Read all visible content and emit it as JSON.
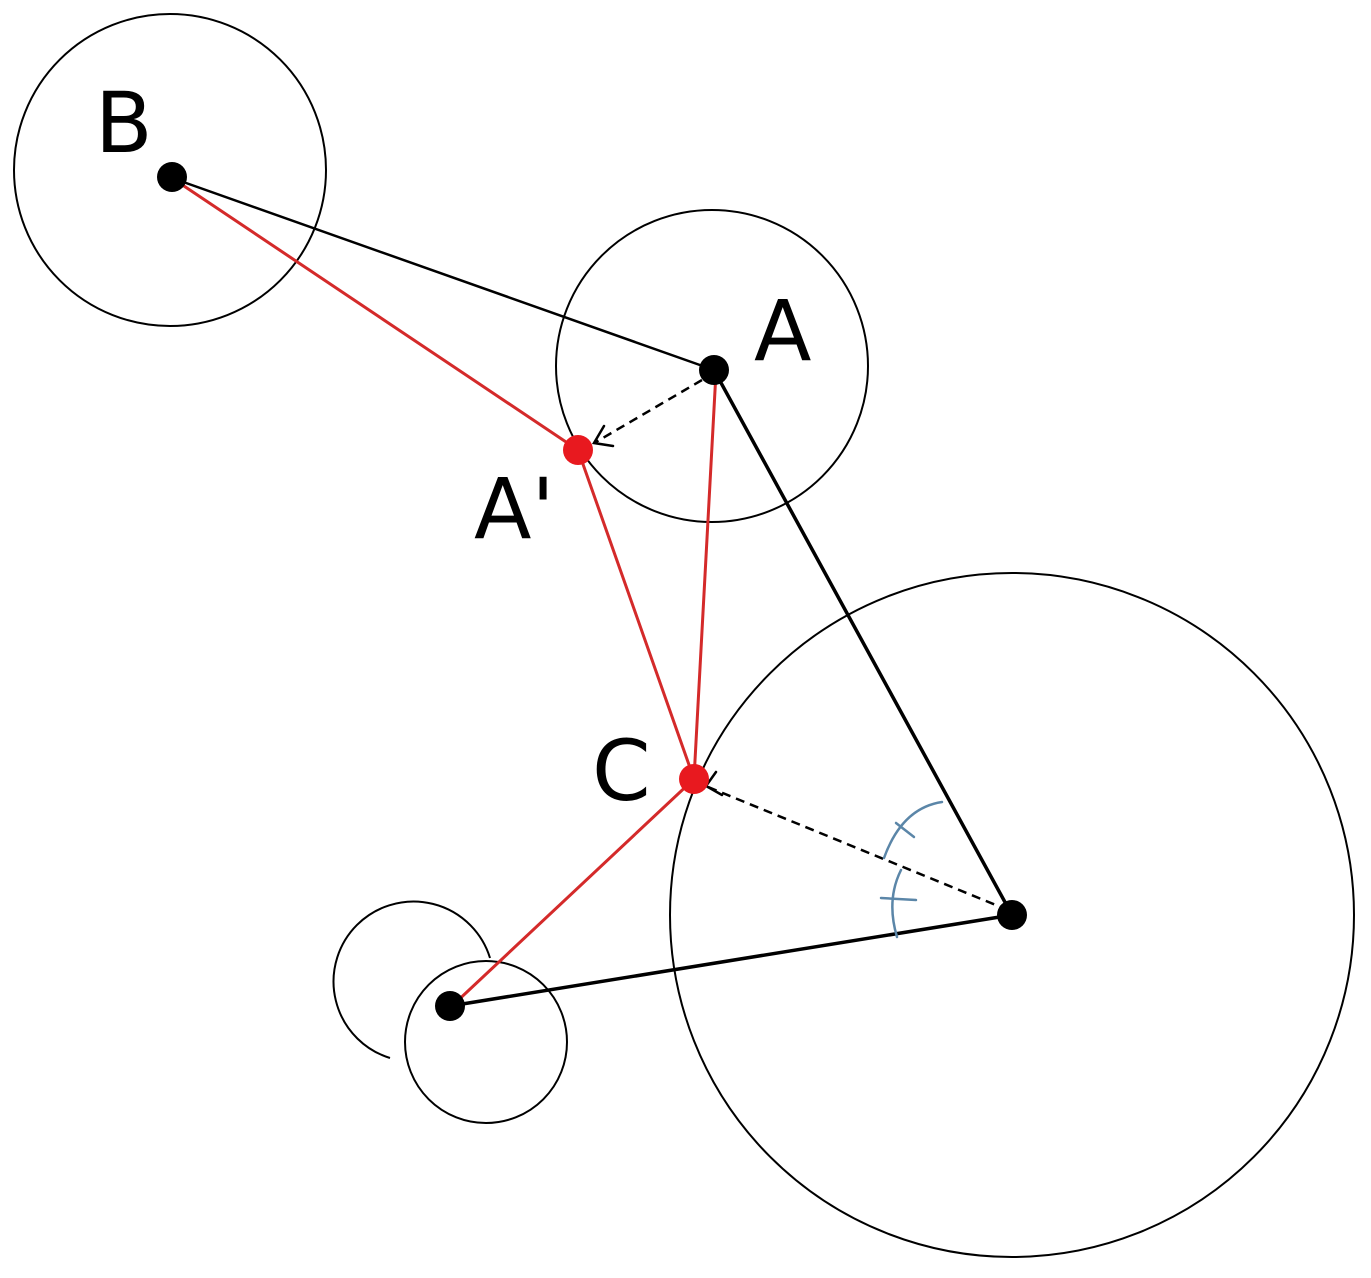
{
  "labels": {
    "B": "B",
    "A": "A",
    "A_prime": "A'",
    "C": "C"
  },
  "colors": {
    "line": "#000000",
    "red_path": "#d42a2a",
    "red_point": "#e8191f",
    "angle_mark": "#5b86a8"
  }
}
